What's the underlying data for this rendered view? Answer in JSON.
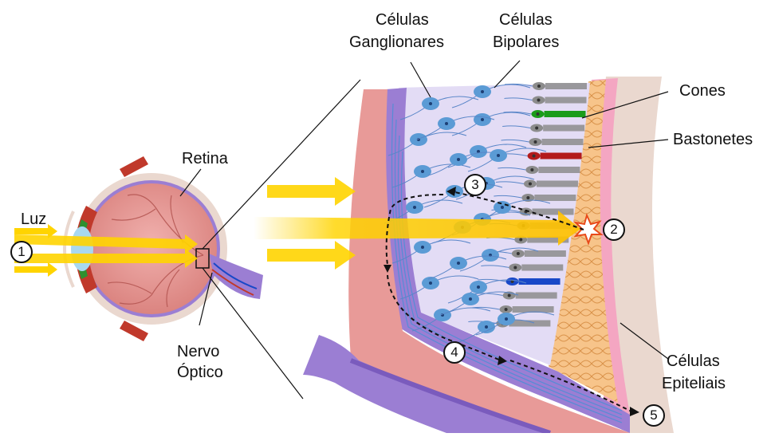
{
  "labels": {
    "luz": "Luz",
    "retina": "Retina",
    "nervo_optico": [
      "Nervo",
      "Óptico"
    ],
    "celulas_ganglionares": [
      "Células",
      "Ganglionares"
    ],
    "celulas_bipolares": [
      "Células",
      "Bipolares"
    ],
    "cones": "Cones",
    "bastonetes": "Bastonetes",
    "celulas_epiteliais": [
      "Células",
      "Epiteliais"
    ]
  },
  "steps": [
    "1",
    "2",
    "3",
    "4",
    "5"
  ],
  "colors": {
    "light": "#ffd400",
    "eye_fill": "#e89a98",
    "retina_layer": "#9b7ed3",
    "muscle": "#c0392b",
    "lens": "#a8d8f0",
    "cell_body": "#5b9bd5",
    "cell_fill": "#e3dcf5",
    "epithelium": "#f7c48a",
    "pink_layer": "#f4a6c2",
    "sclera": "#ead8cf",
    "green_cone": "#1a9c1a",
    "red_cone": "#b31b1b",
    "blue_cone": "#1848c8",
    "rod": "#8c8c8c"
  }
}
